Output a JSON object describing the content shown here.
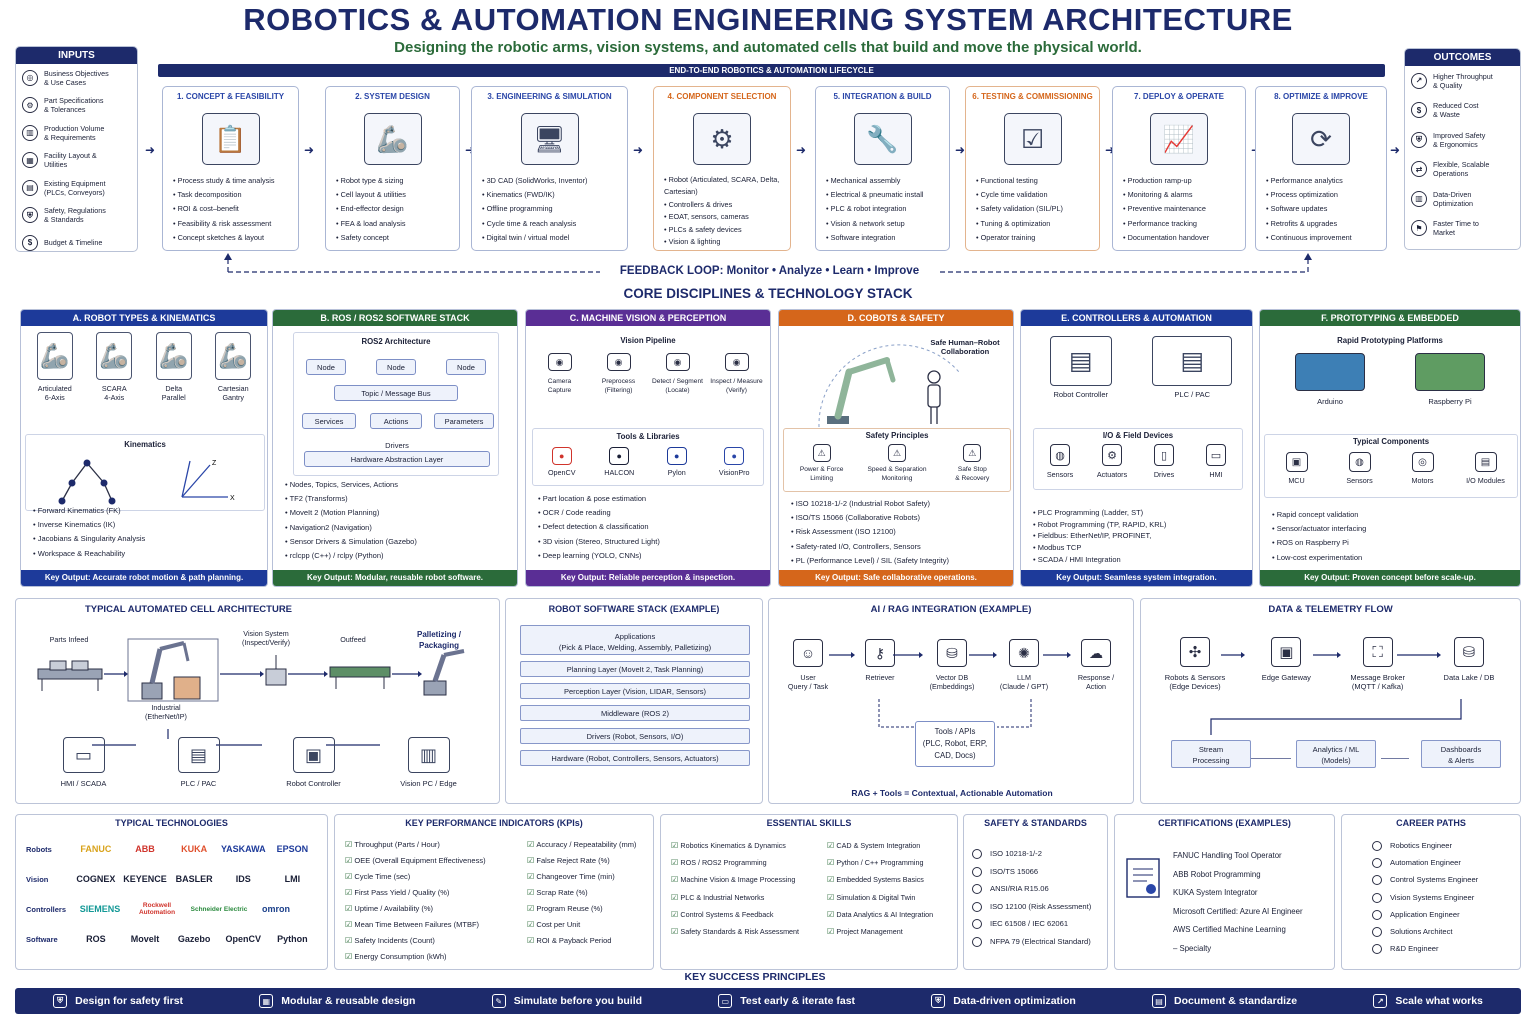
{
  "header": {
    "title": "ROBOTICS & AUTOMATION ENGINEERING SYSTEM ARCHITECTURE",
    "subtitle": "Designing the robotic arms, vision systems, and automated cells that build and move the physical world."
  },
  "inputs": {
    "title": "INPUTS",
    "items": [
      {
        "l1": "Business Objectives",
        "l2": "& Use Cases",
        "icon": "target-icon"
      },
      {
        "l1": "Part Specifications",
        "l2": "& Tolerances",
        "icon": "gear-icon"
      },
      {
        "l1": "Production Volume",
        "l2": "& Requirements",
        "icon": "chart-icon"
      },
      {
        "l1": "Facility Layout &",
        "l2": "Utilities",
        "icon": "layout-icon"
      },
      {
        "l1": "Existing Equipment",
        "l2": "(PLCs, Conveyors)",
        "icon": "equipment-icon"
      },
      {
        "l1": "Safety, Regulations",
        "l2": "& Standards",
        "icon": "shield-icon"
      },
      {
        "l1": "Budget & Timeline",
        "l2": "",
        "icon": "budget-icon"
      }
    ]
  },
  "outcomes": {
    "title": "OUTCOMES",
    "items": [
      {
        "l1": "Higher Throughput",
        "l2": "& Quality"
      },
      {
        "l1": "Reduced Cost",
        "l2": "& Waste"
      },
      {
        "l1": "Improved Safety",
        "l2": "& Ergonomics"
      },
      {
        "l1": "Flexible, Scalable",
        "l2": "Operations"
      },
      {
        "l1": "Data-Driven",
        "l2": "Optimization"
      },
      {
        "l1": "Faster Time to",
        "l2": "Market"
      }
    ]
  },
  "lifecycle": {
    "title": "END-TO-END ROBOTICS & AUTOMATION LIFECYCLE",
    "stages": [
      {
        "title": "1. CONCEPT & FEASIBILITY",
        "items": [
          "Process study & time analysis",
          "Task decomposition",
          "ROI & cost–benefit",
          "Feasibility & risk assessment",
          "Concept sketches & layout"
        ]
      },
      {
        "title": "2. SYSTEM DESIGN",
        "items": [
          "Robot type & sizing",
          "Cell layout & utilities",
          "End-effector design",
          "FEA & load analysis",
          "Safety concept"
        ]
      },
      {
        "title": "3. ENGINEERING & SIMULATION",
        "items": [
          "3D CAD (SolidWorks, Inventor)",
          "Kinematics (FWD/IK)",
          "Offline programming",
          "Cycle time & reach analysis",
          "Digital twin / virtual model"
        ]
      },
      {
        "title": "4. COMPONENT SELECTION",
        "items": [
          "Robot (Articulated, SCARA, Delta, Cartesian)",
          "Controllers & drives",
          "EOAT, sensors, cameras",
          "PLCs & safety devices",
          "Vision & lighting"
        ]
      },
      {
        "title": "5. INTEGRATION & BUILD",
        "items": [
          "Mechanical assembly",
          "Electrical & pneumatic install",
          "PLC & robot integration",
          "Vision & network setup",
          "Software integration"
        ]
      },
      {
        "title": "6. TESTING & COMMISSIONING",
        "items": [
          "Functional testing",
          "Cycle time validation",
          "Safety validation (SIL/PL)",
          "Tuning & optimization",
          "Operator training"
        ]
      },
      {
        "title": "7. DEPLOY & OPERATE",
        "items": [
          "Production ramp-up",
          "Monitoring & alarms",
          "Preventive maintenance",
          "Performance tracking",
          "Documentation handover"
        ]
      },
      {
        "title": "8. OPTIMIZE & IMPROVE",
        "items": [
          "Performance analytics",
          "Process optimization",
          "Software updates",
          "Retrofits & upgrades",
          "Continuous improvement"
        ]
      }
    ],
    "feedback": "FEEDBACK LOOP: Monitor  •  Analyze  •  Learn  •  Improve"
  },
  "core": {
    "title": "CORE DISCIPLINES & TECHNOLOGY STACK",
    "a": {
      "title": "A. ROBOT TYPES & KINEMATICS",
      "robots": [
        {
          "l1": "Articulated",
          "l2": "6-Axis"
        },
        {
          "l1": "SCARA",
          "l2": "4-Axis"
        },
        {
          "l1": "Delta",
          "l2": "Parallel"
        },
        {
          "l1": "Cartesian",
          "l2": "Gantry"
        }
      ],
      "kin_title": "Kinematics",
      "axis_z": "Z",
      "axis_x": "X",
      "items": [
        "Forward Kinematics (FK)",
        "Inverse Kinematics (IK)",
        "Jacobians & Singularity Analysis",
        "Workspace & Reachability"
      ],
      "footer": "Key Output: Accurate robot motion & path planning."
    },
    "b": {
      "title": "B. ROS / ROS2 SOFTWARE STACK",
      "arch_title": "ROS2 Architecture",
      "node": "Node",
      "bus": "Topic / Message Bus",
      "services": "Services",
      "actions": "Actions",
      "parameters": "Parameters",
      "drivers": "Drivers",
      "hal": "Hardware Abstraction Layer",
      "items": [
        "Nodes, Topics, Services, Actions",
        "TF2 (Transforms)",
        "MoveIt 2 (Motion Planning)",
        "Navigation2 (Navigation)",
        "Sensor Drivers & Simulation (Gazebo)",
        "rclcpp (C++) / rclpy (Python)"
      ],
      "footer": "Key Output: Modular, reusable robot software."
    },
    "c": {
      "title": "C. MACHINE VISION & PERCEPTION",
      "pipe_title": "Vision Pipeline",
      "pipeline": [
        {
          "l1": "Camera",
          "l2": "Capture"
        },
        {
          "l1": "Preprocess",
          "l2": "(Filtering)"
        },
        {
          "l1": "Detect / Segment",
          "l2": "(Locate)"
        },
        {
          "l1": "Inspect / Measure",
          "l2": "(Verify)"
        }
      ],
      "tools_title": "Tools & Libraries",
      "tools": [
        "OpenCV",
        "HALCON",
        "Pylon",
        "VisionPro"
      ],
      "items": [
        "Part location & pose estimation",
        "OCR / Code reading",
        "Defect detection & classification",
        "3D vision (Stereo, Structured Light)",
        "Deep learning (YOLO, CNNs)"
      ],
      "footer": "Key Output: Reliable perception & inspection."
    },
    "d": {
      "title": "D. COBOTS & SAFETY",
      "collab": "Safe Human–Robot Collaboration",
      "principles_title": "Safety Principles",
      "principles": [
        {
          "l1": "Power & Force",
          "l2": "Limiting"
        },
        {
          "l1": "Speed & Separation",
          "l2": "Monitoring"
        },
        {
          "l1": "Safe Stop",
          "l2": "& Recovery"
        }
      ],
      "items": [
        "ISO 10218-1/-2 (Industrial Robot Safety)",
        "ISO/TS 15066 (Collaborative Robots)",
        "Risk Assessment (ISO 12100)",
        "Safety-rated I/O, Controllers, Sensors",
        "PL (Performance Level) / SIL (Safety Integrity)"
      ],
      "footer": "Key Output: Safe collaborative operations."
    },
    "e": {
      "title": "E. CONTROLLERS & AUTOMATION",
      "devices": [
        "Robot Controller",
        "PLC / PAC"
      ],
      "io_title": "I/O & Field Devices",
      "io": [
        "Sensors",
        "Actuators",
        "Drives",
        "HMI"
      ],
      "items": [
        "PLC Programming (Ladder, ST)",
        "Robot Programming (TP, RAPID, KRL)",
        "Fieldbus: EtherNet/IP, PROFINET,",
        "Modbus TCP",
        "SCADA / HMI Integration"
      ],
      "footer": "Key Output: Seamless system integration."
    },
    "f": {
      "title": "F. PROTOTYPING & EMBEDDED",
      "plat_title": "Rapid Prototyping Platforms",
      "platforms": [
        "Arduino",
        "Raspberry Pi"
      ],
      "comp_title": "Typical Components",
      "components": [
        "MCU",
        "Sensors",
        "Motors",
        "I/O Modules"
      ],
      "items": [
        "Rapid concept validation",
        "Sensor/actuator interfacing",
        "ROS on Raspberry Pi",
        "Low-cost experimentation"
      ],
      "footer": "Key Output: Proven concept before scale-up."
    }
  },
  "cell": {
    "title": "TYPICAL AUTOMATED CELL ARCHITECTURE",
    "parts_infeed": "Parts Infeed",
    "vision": "Vision System",
    "vision2": "(Inspect/Verify)",
    "outfeed": "Outfeed",
    "pallet": "Palletizing /",
    "pallet2": "Packaging",
    "industrial": "Industrial",
    "industrial2": "(EtherNet/IP)",
    "bottom": [
      "HMI / SCADA",
      "PLC / PAC",
      "Robot Controller",
      "Vision PC / Edge"
    ]
  },
  "swstack": {
    "title": "ROBOT SOFTWARE STACK (EXAMPLE)",
    "app1": "Applications",
    "app2": "(Pick & Place, Welding, Assembly, Palletizing)",
    "layers": [
      "Planning Layer (MoveIt 2, Task Planning)",
      "Perception Layer (Vision, LIDAR, Sensors)",
      "Middleware (ROS 2)",
      "Drivers (Robot, Sensors, I/O)",
      "Hardware (Robot, Controllers, Sensors, Actuators)"
    ]
  },
  "rag": {
    "title": "AI / RAG INTEGRATION (EXAMPLE)",
    "nodes": [
      {
        "l1": "User",
        "l2": "Query / Task"
      },
      {
        "l1": "Retriever",
        "l2": ""
      },
      {
        "l1": "Vector DB",
        "l2": "(Embeddings)"
      },
      {
        "l1": "LLM",
        "l2": "(Claude / GPT)"
      },
      {
        "l1": "Response /",
        "l2": "Action"
      }
    ],
    "tools": [
      "Tools / APIs",
      "(PLC, Robot, ERP,",
      "CAD, Docs)"
    ],
    "caption": "RAG + Tools = Contextual, Actionable Automation"
  },
  "telemetry": {
    "title": "DATA & TELEMETRY FLOW",
    "top": [
      {
        "l1": "Robots & Sensors",
        "l2": "(Edge Devices)"
      },
      {
        "l1": "Edge Gateway",
        "l2": ""
      },
      {
        "l1": "Message Broker",
        "l2": "(MQTT / Kafka)"
      },
      {
        "l1": "Data Lake / DB",
        "l2": ""
      }
    ],
    "bottom": [
      {
        "l1": "Stream",
        "l2": "Processing"
      },
      {
        "l1": "Analytics / ML",
        "l2": "(Models)"
      },
      {
        "l1": "Dashboards",
        "l2": "& Alerts"
      }
    ]
  },
  "technologies": {
    "title": "TYPICAL TECHNOLOGIES",
    "rows": [
      {
        "cat": "Robots",
        "items": [
          "FANUC",
          "ABB",
          "KUKA",
          "YASKAWA",
          "EPSON"
        ]
      },
      {
        "cat": "Vision",
        "items": [
          "COGNEX",
          "KEYENCE",
          "BASLER",
          "IDS",
          "LMI"
        ]
      },
      {
        "cat": "Controllers",
        "items": [
          "SIEMENS",
          "Rockwell Automation",
          "Schneider Electric",
          "omron"
        ]
      },
      {
        "cat": "Software",
        "items": [
          "ROS",
          "MoveIt",
          "Gazebo",
          "OpenCV",
          "Python"
        ]
      }
    ]
  },
  "kpis": {
    "title": "KEY PERFORMANCE INDICATORS (KPIs)",
    "left": [
      "Throughput (Parts / Hour)",
      "OEE (Overall Equipment Effectiveness)",
      "Cycle Time (sec)",
      "First Pass Yield / Quality (%)",
      "Uptime / Availability (%)",
      "Mean Time Between Failures (MTBF)",
      "Safety Incidents (Count)",
      "Energy Consumption (kWh)"
    ],
    "right": [
      "Accuracy / Repeatability (mm)",
      "False Reject Rate (%)",
      "Changeover Time (min)",
      "Scrap Rate (%)",
      "Program Reuse (%)",
      "Cost per Unit",
      "ROI & Payback Period"
    ]
  },
  "skills": {
    "title": "ESSENTIAL SKILLS",
    "left": [
      "Robotics Kinematics & Dynamics",
      "ROS / ROS2 Programming",
      "Machine Vision & Image Processing",
      "PLC & Industrial Networks",
      "Control Systems & Feedback",
      "Safety Standards & Risk Assessment"
    ],
    "right": [
      "CAD & System Integration",
      "Python / C++ Programming",
      "Embedded Systems Basics",
      "Simulation & Digital Twin",
      "Data Analytics & AI Integration",
      "Project Management"
    ]
  },
  "standards": {
    "title": "SAFETY & STANDARDS",
    "items": [
      "ISO 10218-1/-2",
      "ISO/TS 15066",
      "ANSI/RIA R15.06",
      "ISO 12100 (Risk Assessment)",
      "IEC 61508 / IEC 62061",
      "NFPA 79 (Electrical Standard)"
    ]
  },
  "certs": {
    "title": "CERTIFICATIONS (EXAMPLES)",
    "items": [
      "FANUC Handling Tool Operator",
      "ABB Robot Programming",
      "KUKA System Integrator",
      "Microsoft Certified: Azure AI Engineer",
      "AWS Certified Machine Learning",
      "– Specialty"
    ]
  },
  "careers": {
    "title": "CAREER PATHS",
    "items": [
      "Robotics Engineer",
      "Automation Engineer",
      "Control Systems Engineer",
      "Vision Systems Engineer",
      "Application Engineer",
      "Solutions Architect",
      "R&D Engineer"
    ]
  },
  "principles": {
    "title": "KEY SUCCESS PRINCIPLES",
    "items": [
      "Design for safety first",
      "Modular & reusable design",
      "Simulate before you build",
      "Test early & iterate fast",
      "Data-driven optimization",
      "Document & standardize",
      "Scale what works"
    ]
  },
  "colors": {
    "navy": "#1d2a6b",
    "green": "#2b6b3a",
    "purple": "#5a2e95",
    "orange": "#d5661b",
    "blue": "#2a46a8"
  }
}
